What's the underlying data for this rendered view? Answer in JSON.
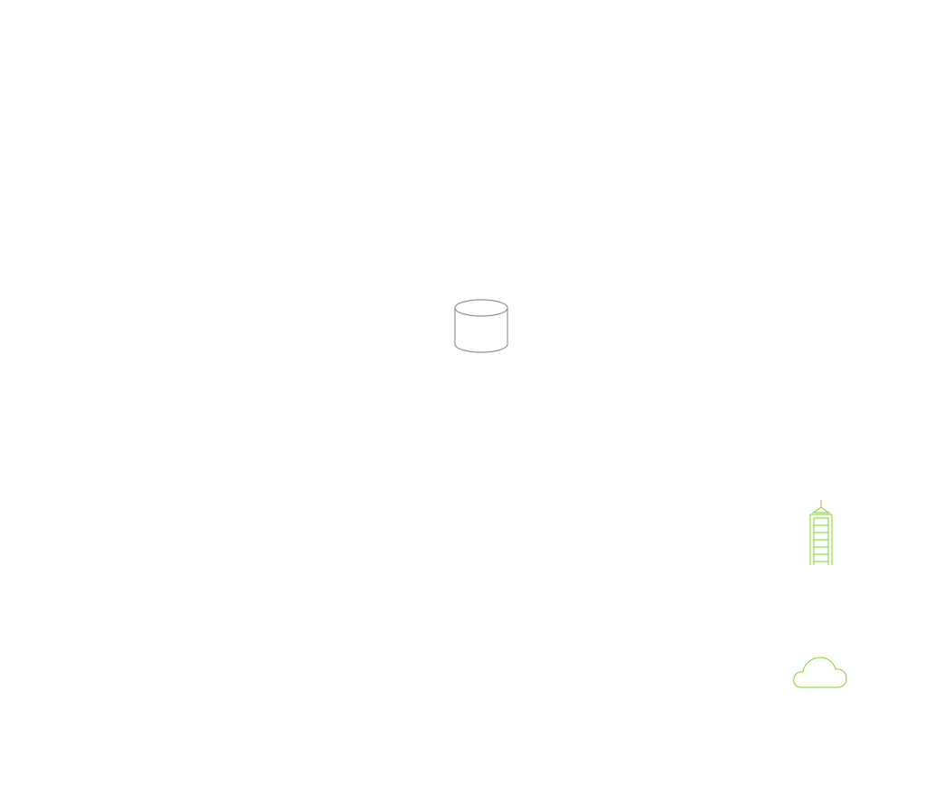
{
  "diagram": {
    "background_color": "#ffffff",
    "shapes": [
      {
        "kind": "database",
        "icon": "database-cylinder-icon",
        "stroke": "#7f7f7f"
      },
      {
        "kind": "building",
        "icon": "tower-building-icon",
        "stroke": "#7ed321"
      },
      {
        "kind": "cloud",
        "icon": "cloud-icon",
        "stroke": "#7ed321"
      }
    ]
  }
}
